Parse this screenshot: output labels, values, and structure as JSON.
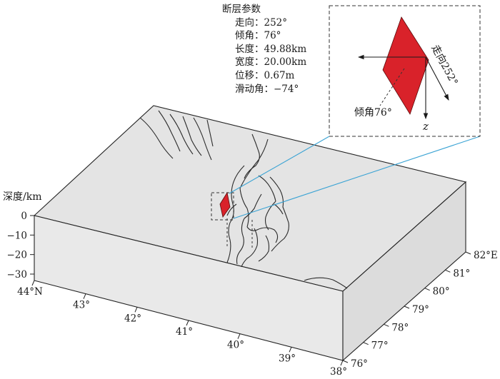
{
  "parameters": {
    "title": "断层参数",
    "rows": [
      "走向：252°",
      "倾角：76°",
      "长度：49.88km",
      "宽度：20.00km",
      "位移：0.67m",
      "滑动角：−74°"
    ]
  },
  "depth_axis": {
    "label": "深度/km",
    "ticks": [
      "0",
      "−10",
      "−20",
      "−30"
    ]
  },
  "lat_axis": {
    "ticks": [
      "44°N",
      "43°",
      "42°",
      "41°",
      "40°",
      "39°",
      "38°"
    ]
  },
  "lon_axis": {
    "ticks": [
      "76°",
      "77°",
      "78°",
      "79°",
      "80°",
      "81°",
      "82°E"
    ]
  },
  "inset": {
    "strike_label": "走向252°",
    "dip_label": "倾角76°",
    "z_label": "z"
  },
  "colors": {
    "fault": "#d9222a",
    "surface": "#e6e6e6",
    "front_face": "#e8e8e8",
    "side_face": "#d9d9d9",
    "leader": "#3aa3d4"
  }
}
